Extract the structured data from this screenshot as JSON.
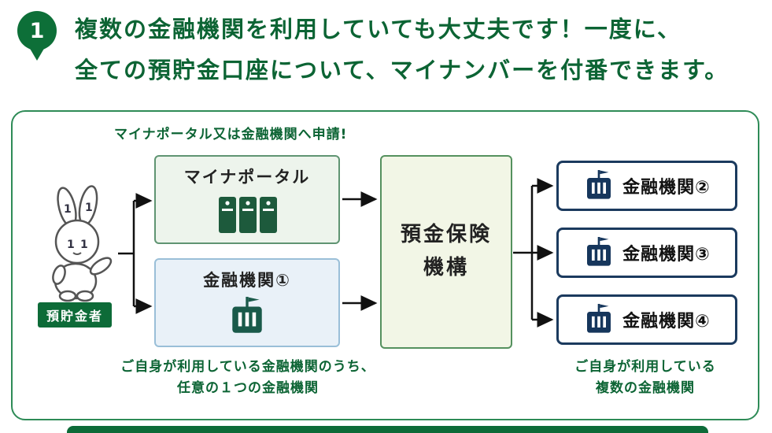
{
  "header": {
    "number": "1",
    "line1": "複数の金融機関を利用していても大丈夫です！一度に、",
    "line2": "全ての預貯金口座について、マイナンバーを付番できます。"
  },
  "diagram": {
    "apply_note": "マイナポータル又は金融機関へ申請!",
    "depositor_label": "預貯金者",
    "portal_label": "マイナポータル",
    "bank1_label": "金融機関①",
    "center_line1": "預金保険",
    "center_line2": "機構",
    "right_boxes": [
      {
        "label": "金融機関②"
      },
      {
        "label": "金融機関③"
      },
      {
        "label": "金融機関④"
      }
    ],
    "left_caption": {
      "line1": "ご自身が利用している金融機関のうち、",
      "line2": "任意の１つの金融機関"
    },
    "right_caption": {
      "line1": "ご自身が利用している",
      "line2": "複数の金融機関"
    }
  },
  "icons": {
    "step_pin": "number-pin",
    "portal": "binders-icon",
    "bank": "bank-building-icon",
    "mascot": "rabbit-mascot"
  },
  "colors": {
    "green_dark": "#0d6b38",
    "heading_green": "#0c6434",
    "panel_border": "#2e8b57",
    "portal_bg": "#edf4ec",
    "portal_border": "#5f9472",
    "bank1_bg": "#e9f1f8",
    "bank1_border": "#9abfd8",
    "center_bg": "#f2f6e6",
    "center_border": "#55915e",
    "right_border": "#1b3a5e",
    "bank_icon_green": "#1a5a4a",
    "bank_icon_navy": "#16365c",
    "arrow": "#111111"
  }
}
